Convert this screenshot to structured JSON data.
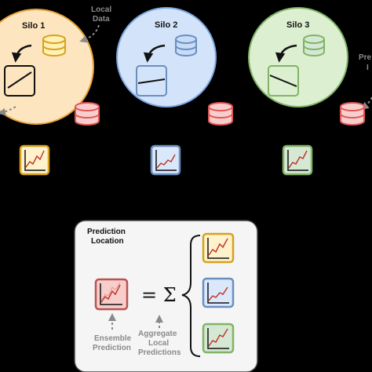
{
  "silos": [
    {
      "name": "Silo 1",
      "fill": "#fde5c0",
      "stroke": "#e7a33a",
      "db_fill": "#fff0b3",
      "db_stroke": "#d6a21e",
      "chart_fill": "#fff2cc",
      "chart_stroke": "#d6a21e"
    },
    {
      "name": "Silo 2",
      "fill": "#d3e4fa",
      "stroke": "#7ea6e0",
      "db_fill": "#c7dcf7",
      "db_stroke": "#6c8ebf",
      "chart_fill": "#dae8fc",
      "chart_stroke": "#6c8ebf"
    },
    {
      "name": "Silo 3",
      "fill": "#dcefd0",
      "stroke": "#82b366",
      "db_fill": "#d5e8d4",
      "db_stroke": "#82b366",
      "chart_fill": "#d5e8d4",
      "chart_stroke": "#82b366"
    }
  ],
  "labels": {
    "local_data": [
      "Local",
      "Data"
    ],
    "prediction_location": [
      "Prediction",
      "Location"
    ],
    "ensemble_prediction": [
      "Ensemble",
      "Prediction"
    ],
    "aggregate_local_predictions": [
      "Aggregate",
      "Local",
      "Predictions"
    ],
    "equals_sigma": "= Σ",
    "right_partial": [
      "Pre",
      "I"
    ]
  },
  "colors": {
    "red_db_fill": "#f8cecc",
    "red_db_stroke": "#e05555",
    "ensemble_fill": "#f8cecc",
    "ensemble_stroke": "#b85450",
    "arrow": "#8a8a8a",
    "panel_fill": "#f5f5f5"
  }
}
